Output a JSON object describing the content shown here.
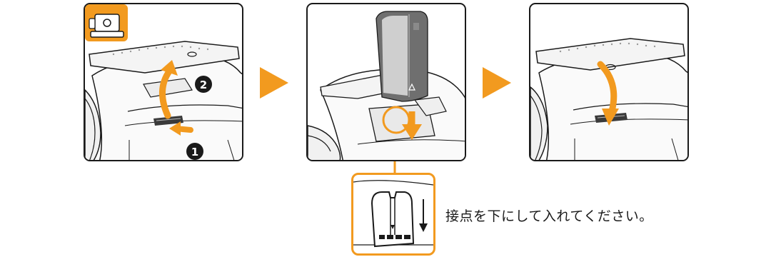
{
  "caption": "接点を下にして入れてください。",
  "step_markers": {
    "first": "1",
    "second": "2"
  },
  "colors": {
    "accent": "#f29a1f",
    "line": "#1a1a1a",
    "battery_dark": "#6f6f6f",
    "battery_light": "#cfcfcf"
  },
  "icons": [
    "camera-on-tripod-icon",
    "arrow-right-icon",
    "lift-arrow-icon",
    "insert-arrow-icon",
    "close-lid-arrow-icon"
  ]
}
